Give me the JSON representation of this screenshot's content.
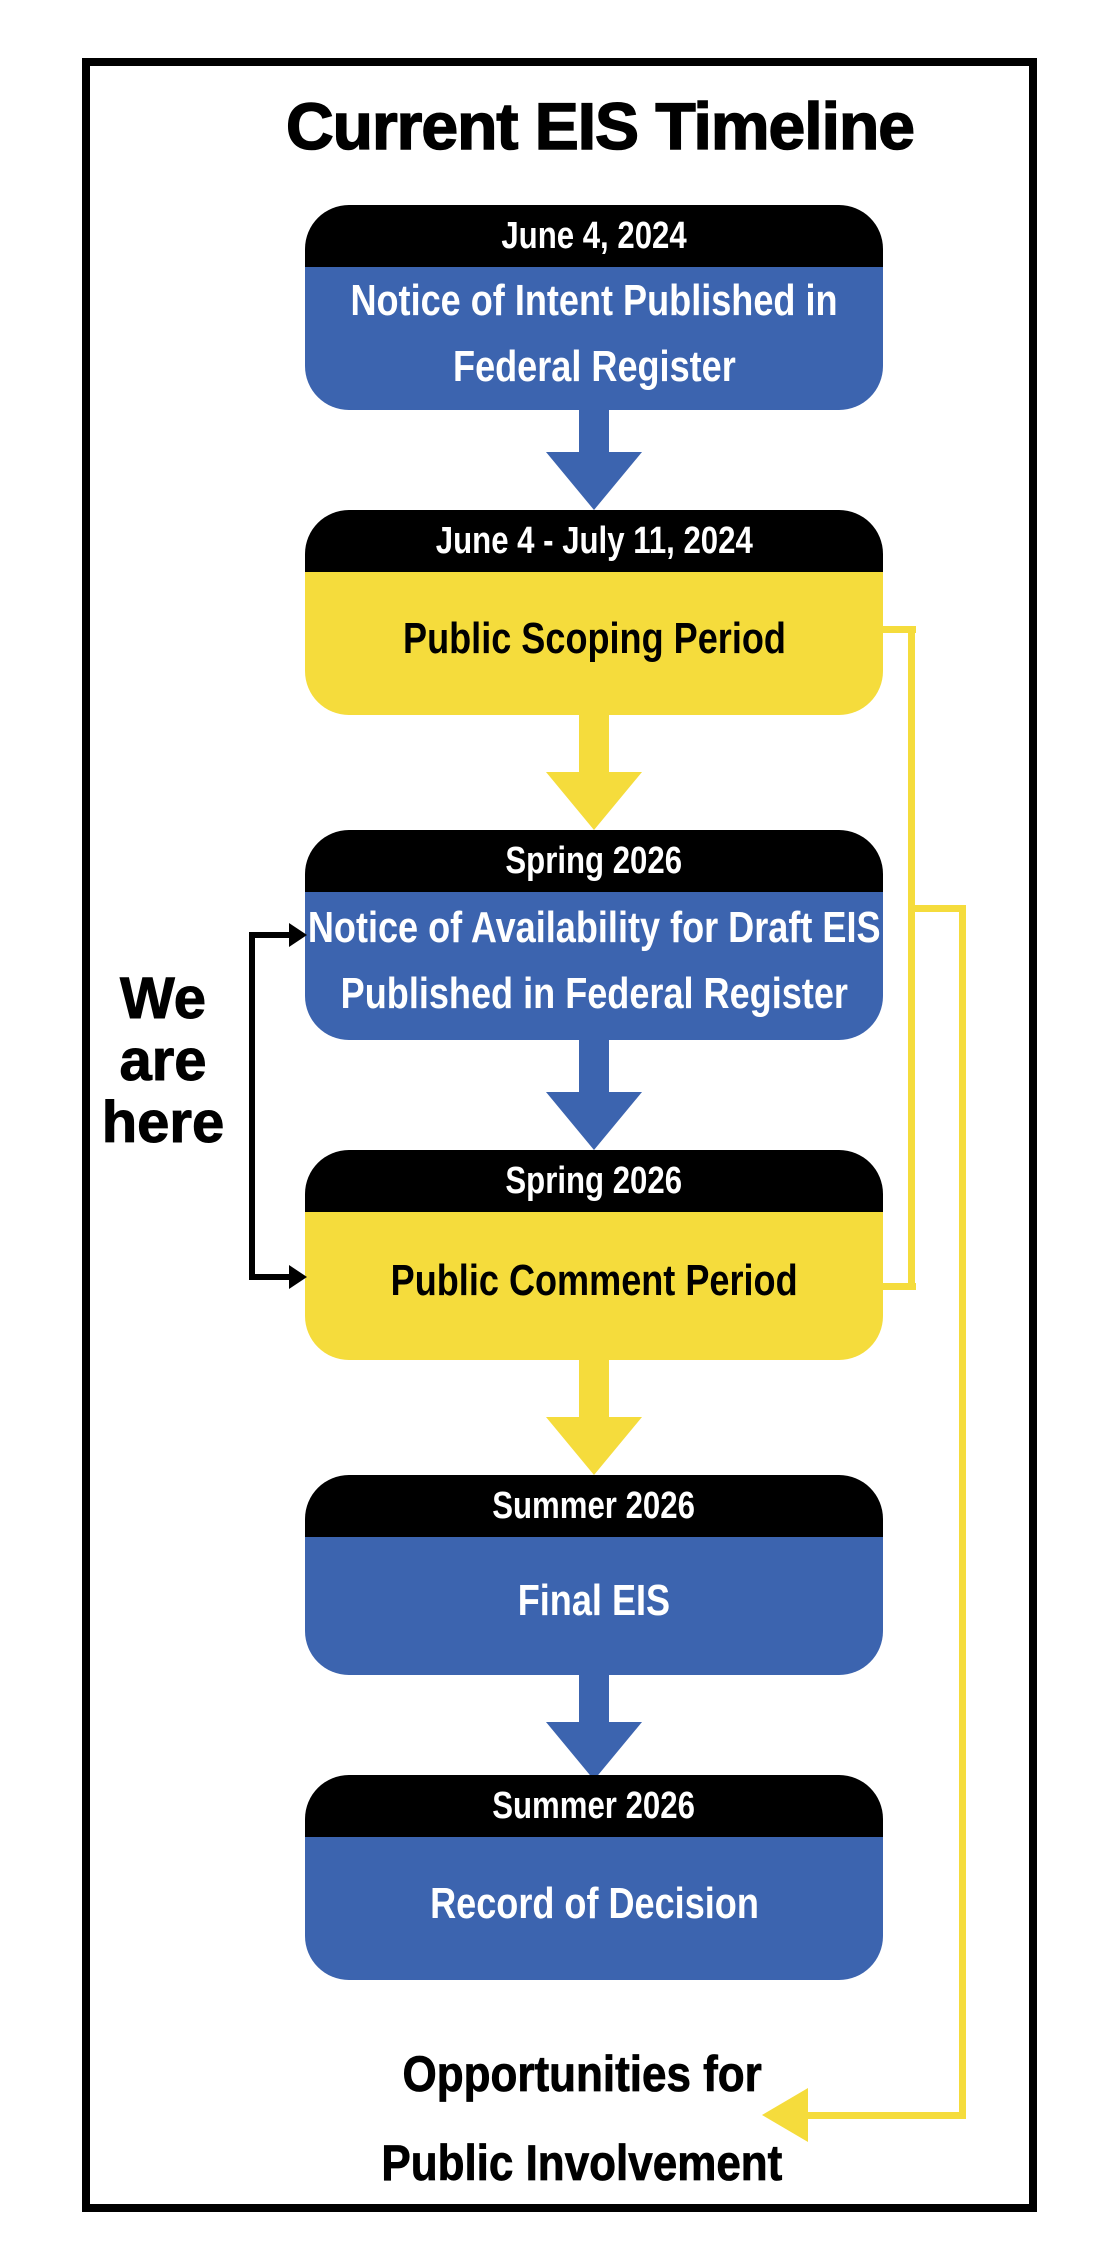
{
  "title": "Current EIS Timeline",
  "steps": [
    {
      "date": "June 4, 2024",
      "lines": [
        "Notice of Intent Published in",
        "Federal Register"
      ],
      "color": "blue"
    },
    {
      "date": "June 4 - July 11, 2024",
      "lines": [
        "Public Scoping Period"
      ],
      "color": "yellow"
    },
    {
      "date": "Spring 2026",
      "lines": [
        "Notice of Availability for Draft EIS",
        "Published in Federal Register"
      ],
      "color": "blue"
    },
    {
      "date": "Spring 2026",
      "lines": [
        "Public Comment Period"
      ],
      "color": "yellow"
    },
    {
      "date": "Summer 2026",
      "lines": [
        "Final EIS"
      ],
      "color": "blue"
    },
    {
      "date": "Summer 2026",
      "lines": [
        "Record of Decision"
      ],
      "color": "blue"
    }
  ],
  "we_are_here": {
    "line1": "We",
    "line2": "are",
    "line3": "here"
  },
  "footer": {
    "line1": "Opportunities for",
    "line2": "Public Involvement"
  },
  "colors": {
    "blue": "#3C64AF",
    "yellow": "#F5DC3C",
    "black": "#000000",
    "white": "#FFFFFF"
  }
}
